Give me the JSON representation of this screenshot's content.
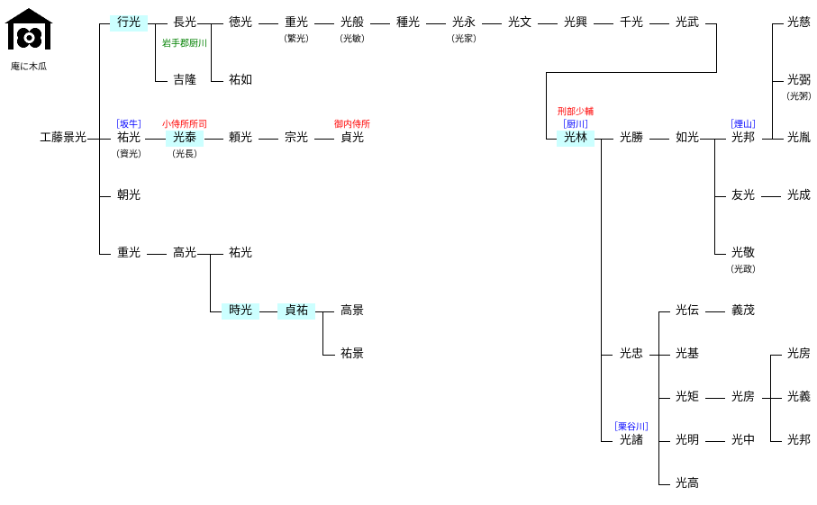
{
  "crest": {
    "label": "庵に木瓜",
    "icon": "iori-ni-mokko-crest-icon"
  },
  "colors": {
    "highlight": "#ccffff",
    "office_title": "#ff0000",
    "house_name": "#0000ff",
    "place_note": "#008000"
  },
  "people": {
    "kagemitsu": {
      "name": "工藤景光"
    },
    "yukimitsu": {
      "name": "行光"
    },
    "nagamitsu": {
      "name": "長光",
      "note": "岩手郡厨川"
    },
    "yoshitaka": {
      "name": "吉隆"
    },
    "tokumitsu": {
      "name": "徳光"
    },
    "sukenori": {
      "name": "祐如"
    },
    "shigemitsu1": {
      "name": "重光",
      "alias": "（繁光）"
    },
    "mitsuhan": {
      "name": "光般",
      "alias": "（光敏）"
    },
    "tanemitsu": {
      "name": "種光"
    },
    "mitsunaga": {
      "name": "光永",
      "alias": "（光家）"
    },
    "mitsufumi": {
      "name": "光文"
    },
    "mitsuoki": {
      "name": "光興"
    },
    "senmitsu": {
      "name": "千光"
    },
    "mitsutake": {
      "name": "光武"
    },
    "mitsushige_j": {
      "name": "光慈"
    },
    "mitsusuke": {
      "name": "光弼",
      "alias": "（光粥）"
    },
    "mitsutane": {
      "name": "光胤"
    },
    "sukemitsu1": {
      "name": "祐光",
      "house": "［坂牛］",
      "alias": "（資光）"
    },
    "mitsuyasu": {
      "name": "光泰",
      "title": "小侍所所司",
      "alias": "（光長）"
    },
    "yorimitsu": {
      "name": "頼光"
    },
    "munemitsu": {
      "name": "宗光"
    },
    "sadamitsu": {
      "name": "貞光",
      "title": "御内侍所"
    },
    "mitsushige": {
      "name": "光林",
      "title": "刑部少輔",
      "house": "［厨川］"
    },
    "mitsukatsu": {
      "name": "光勝"
    },
    "nyomitsu": {
      "name": "如光"
    },
    "mitsukuni1": {
      "name": "光邦",
      "house": "［煙山］"
    },
    "tomomitsu1": {
      "name": "朝光"
    },
    "tomomitsu2": {
      "name": "友光"
    },
    "mitsunari": {
      "name": "光成"
    },
    "shigemitsu2": {
      "name": "重光"
    },
    "takamitsu": {
      "name": "高光"
    },
    "sukemitsu2": {
      "name": "祐光"
    },
    "mitsutaka_k": {
      "name": "光敬",
      "alias": "（光政）"
    },
    "tokimitsu": {
      "name": "時光"
    },
    "sadasuke": {
      "name": "貞祐"
    },
    "takakage": {
      "name": "高景"
    },
    "sukekage": {
      "name": "祐景"
    },
    "mitsuden": {
      "name": "光伝"
    },
    "yoshishige": {
      "name": "義茂"
    },
    "mitsutada": {
      "name": "光忠"
    },
    "mitsumoto": {
      "name": "光基"
    },
    "mitsufusa1": {
      "name": "光房"
    },
    "mitsunori": {
      "name": "光矩"
    },
    "mitsufusa2": {
      "name": "光房"
    },
    "mitsuyoshi": {
      "name": "光義"
    },
    "mitsumoro": {
      "name": "光諸",
      "house": "［栗谷川］"
    },
    "mitsuaki": {
      "name": "光明"
    },
    "mitsunaka": {
      "name": "光中"
    },
    "mitsukuni2": {
      "name": "光邦"
    },
    "mitsutaka": {
      "name": "光高"
    }
  }
}
